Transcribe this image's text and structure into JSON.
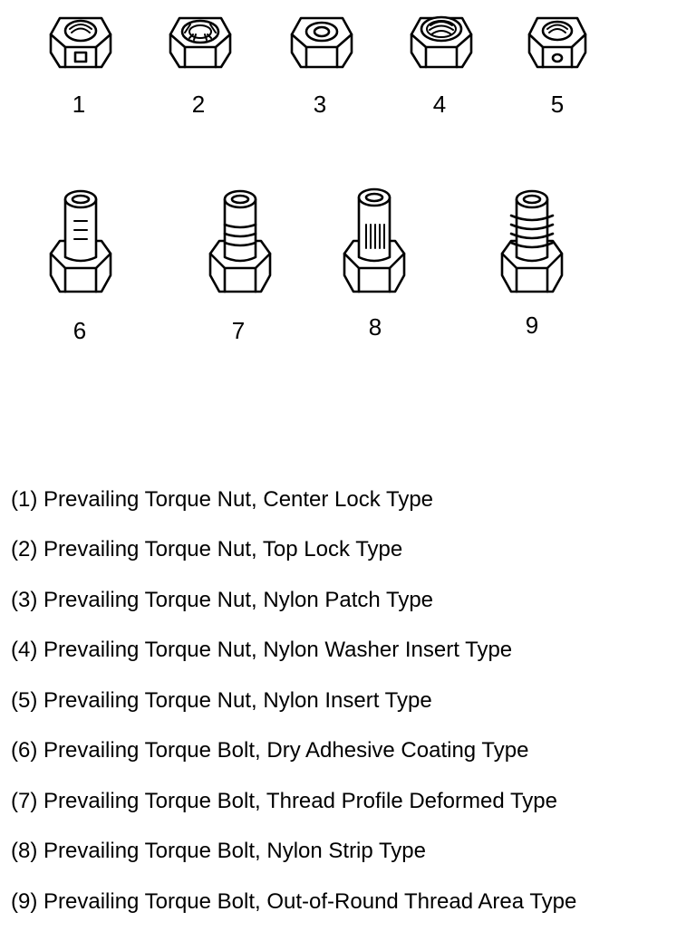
{
  "callouts": [
    "1",
    "2",
    "3",
    "4",
    "5",
    "6",
    "7",
    "8",
    "9"
  ],
  "legend": [
    "(1) Prevailing Torque Nut, Center Lock Type",
    "(2) Prevailing Torque Nut, Top Lock Type",
    "(3) Prevailing Torque Nut, Nylon Patch Type",
    "(4) Prevailing Torque Nut, Nylon Washer Insert Type",
    "(5) Prevailing Torque Nut, Nylon Insert Type",
    "(6) Prevailing Torque Bolt, Dry Adhesive Coating Type",
    "(7) Prevailing Torque Bolt, Thread Profile Deformed Type",
    "(8) Prevailing Torque Bolt, Nylon Strip Type",
    "(9) Prevailing Torque Bolt, Out-of-Round Thread Area Type"
  ],
  "icons": [
    "center-lock-nut-icon",
    "top-lock-nut-icon",
    "nylon-patch-nut-icon",
    "nylon-washer-insert-nut-icon",
    "nylon-insert-nut-icon",
    "dry-adhesive-bolt-icon",
    "thread-deformed-bolt-icon",
    "nylon-strip-bolt-icon",
    "out-of-round-bolt-icon"
  ]
}
